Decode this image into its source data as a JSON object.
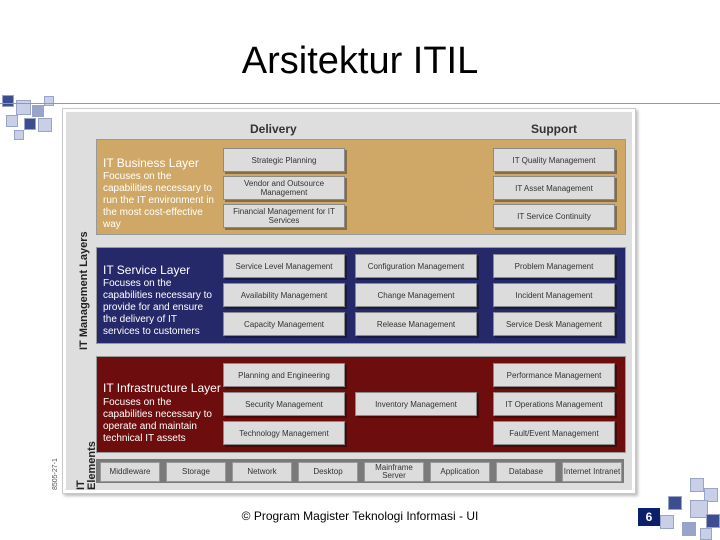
{
  "slide": {
    "title": "Arsitektur ITIL",
    "footer": "© Program Magister Teknologi Informasi - UI",
    "page_number": "6"
  },
  "diagram": {
    "figure_code": "8505-27-1",
    "column_headers": {
      "delivery": "Delivery",
      "support": "Support"
    },
    "side_labels": {
      "management_layers": "IT Management Layers",
      "elements": "IT Elements"
    },
    "business": {
      "title": "IT Business Layer",
      "desc": "Focuses on the capabilities necessary to run the IT environment in the most cost-effective way",
      "boxes": [
        "Strategic Planning",
        "Vendor and Outsource Management",
        "Financial Management for IT Services",
        "IT Quality Management",
        "IT Asset Management",
        "IT Service Continuity"
      ]
    },
    "service": {
      "title": "IT Service Layer",
      "desc": "Focuses on the capabilities necessary to provide for and ensure the delivery of IT services to customers",
      "boxes": [
        "Service Level Management",
        "Availability Management",
        "Capacity Management",
        "Configuration Management",
        "Change Management",
        "Release Management",
        "Problem Management",
        "Incident Management",
        "Service Desk Management"
      ]
    },
    "infrastructure": {
      "title": "IT Infrastructure Layer",
      "desc": "Focuses on the capabilities necessary to operate and maintain technical IT assets",
      "boxes": [
        "Planning and Engineering",
        "Security Management",
        "Technology Management",
        "Inventory Management",
        "Performance Management",
        "IT Operations Management",
        "Fault/Event Management"
      ]
    },
    "elements": [
      "Middleware",
      "Storage",
      "Network",
      "Desktop",
      "Mainframe Server",
      "Application",
      "Database",
      "Internet Intranet"
    ]
  }
}
